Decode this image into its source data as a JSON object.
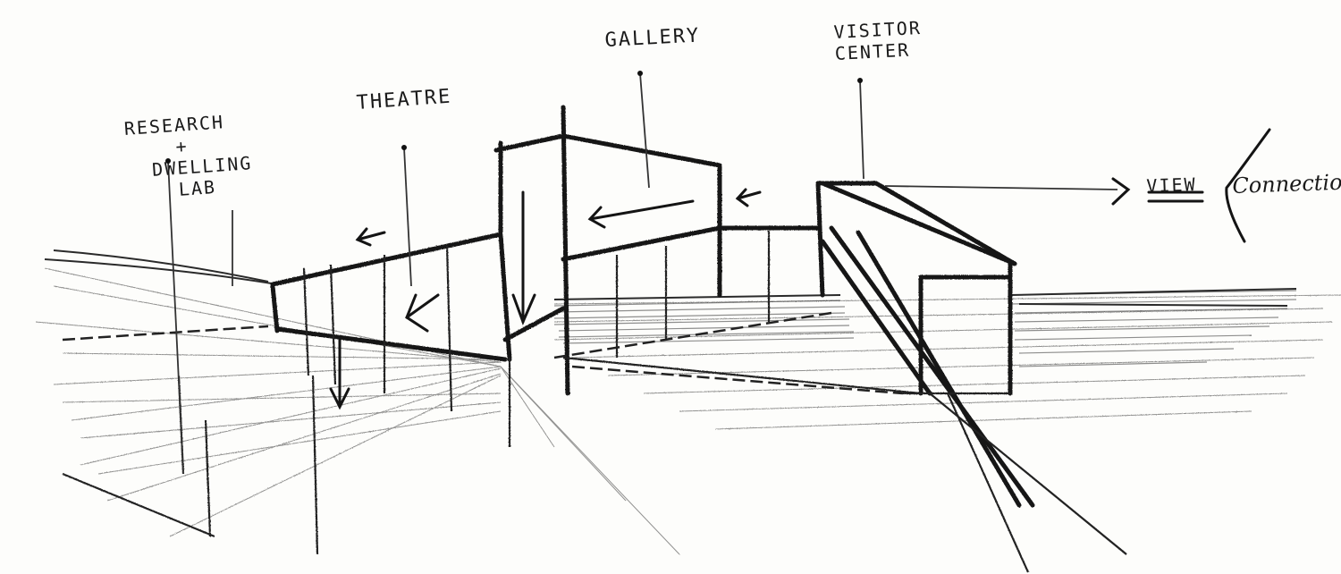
{
  "sketch": {
    "labels": {
      "research": "RESEARCH\n    +\n  DWELLING\n    LAB",
      "theatre": "THEATRE",
      "gallery": "GALLERY",
      "visitor": "VISITOR\nCENTER",
      "view": "VIEW",
      "connection": "Connection"
    },
    "ink_color": "#1a1a1a",
    "paper_color": "#fdfdfb"
  }
}
